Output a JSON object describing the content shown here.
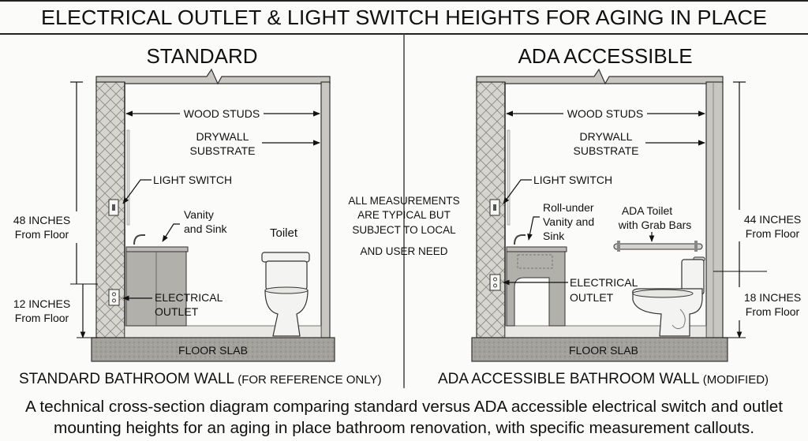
{
  "title": "ELECTRICAL OUTLET & LIGHT SWITCH HEIGHTS FOR AGING IN PLACE",
  "note": [
    "ALL MEASUREMENTS",
    "ARE TYPICAL BUT",
    "SUBJECT TO LOCAL",
    "AND USER NEED"
  ],
  "standard": {
    "heading": "STANDARD",
    "wood_studs": "WOOD STUDS",
    "drywall": [
      "DRYWALL",
      "SUBSTRATE"
    ],
    "light_switch": "LIGHT SWITCH",
    "vanity": [
      "Vanity",
      "and Sink"
    ],
    "toilet": "Toilet",
    "electrical_outlet": [
      "ELECTRICAL",
      "OUTLET"
    ],
    "switch_height": [
      "48 INCHES",
      "From Floor"
    ],
    "outlet_height": [
      "12 INCHES",
      "From Floor"
    ],
    "floor_slab": "FLOOR SLAB",
    "caption_main": "STANDARD BATHROOM WALL",
    "caption_note": " (FOR REFERENCE ONLY)"
  },
  "ada": {
    "heading": "ADA ACCESSIBLE",
    "wood_studs": "WOOD STUDS",
    "drywall": [
      "DRYWALL",
      "SUBSTRATE"
    ],
    "light_switch": "LIGHT SWITCH",
    "vanity": [
      "Roll-under",
      "Vanity and",
      "Sink"
    ],
    "toilet": [
      "ADA Toilet",
      "with Grab Bars"
    ],
    "electrical_outlet": [
      "ELECTRICAL",
      "OUTLET"
    ],
    "switch_height": [
      "44 INCHES",
      "From Floor"
    ],
    "outlet_height": [
      "18 INCHES",
      "From Floor"
    ],
    "floor_slab": "FLOOR SLAB",
    "caption_main": "ADA ACCESSIBLE BATHROOM WALL",
    "caption_note": " (MODIFIED)"
  },
  "description": [
    "A technical cross-section diagram comparing standard versus ADA accessible electrical switch and outlet",
    "mounting heights for an aging in place bathroom renovation, with specific measurement callouts."
  ]
}
